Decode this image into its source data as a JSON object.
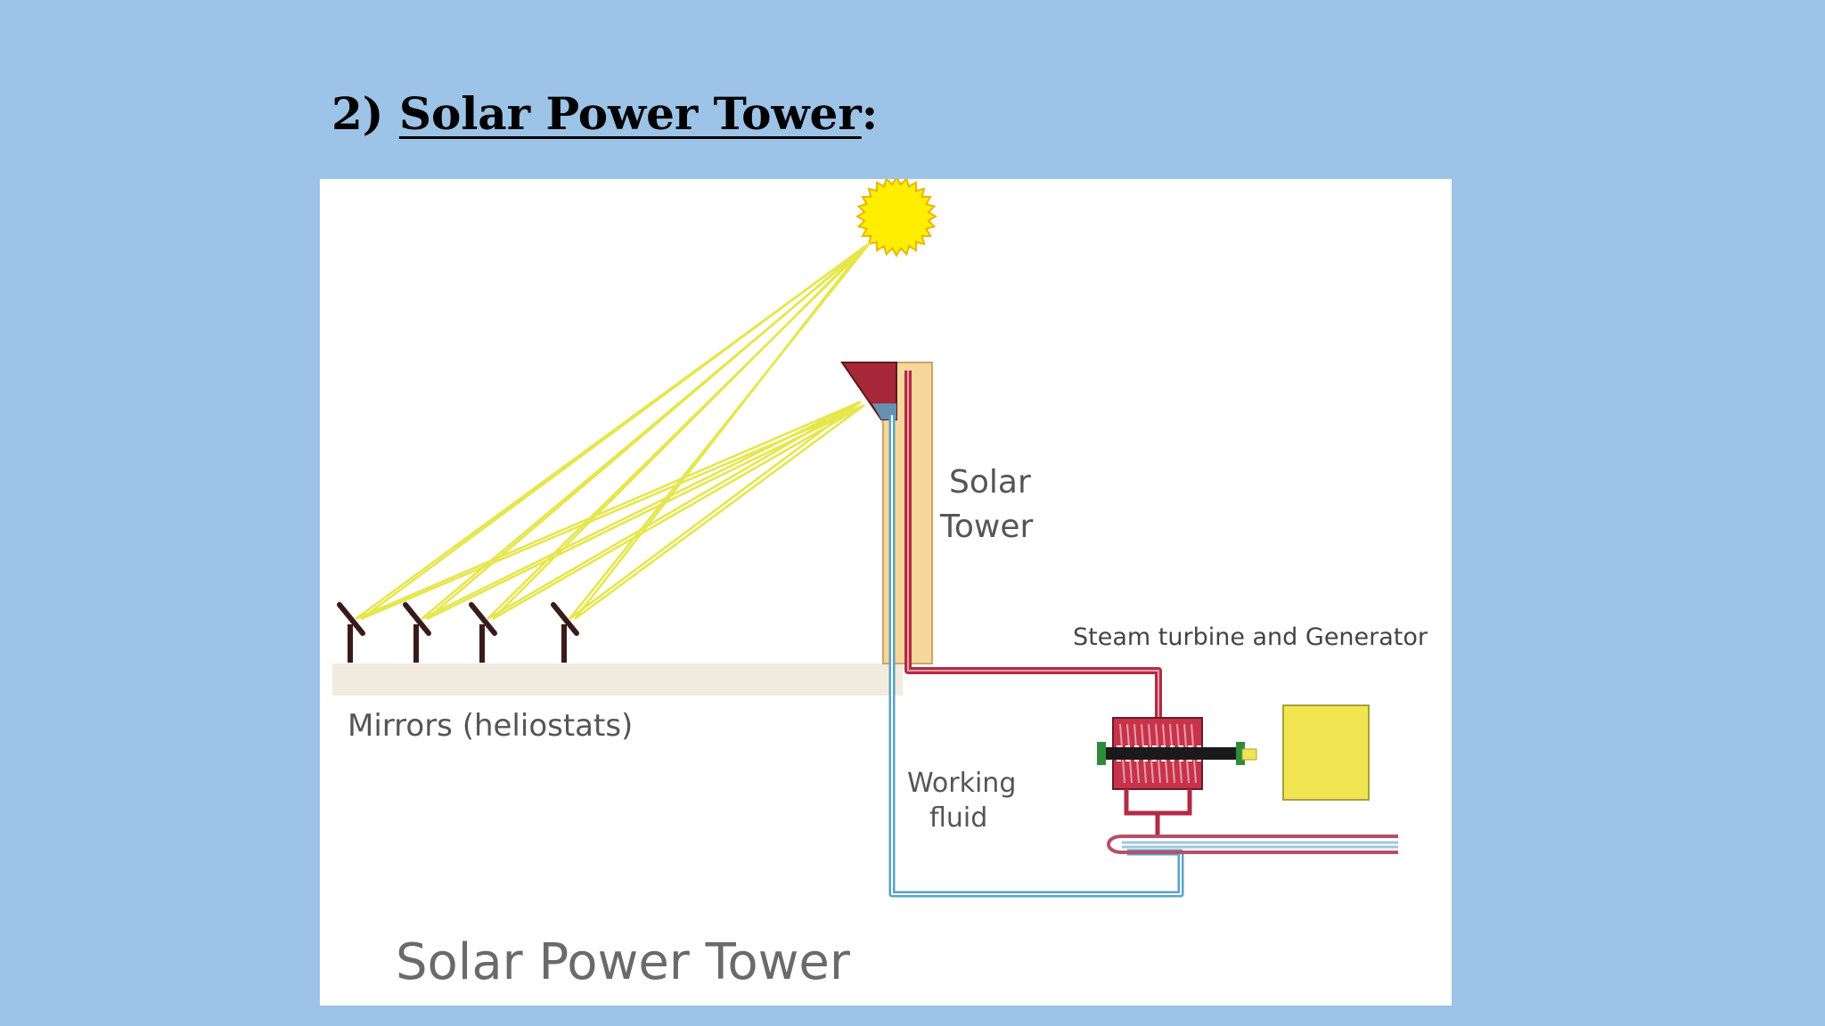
{
  "slide": {
    "title_number": "2) ",
    "title_text": "Solar Power Tower",
    "title_colon": ":"
  },
  "diagram": {
    "labels": {
      "tower": [
        "Solar",
        "Tower"
      ],
      "turbine": "Steam turbine and Generator",
      "mirrors": "Mirrors (heliostats)",
      "fluid": [
        "Working",
        "fluid"
      ],
      "caption": "Solar Power Tower"
    },
    "colors": {
      "background": "#9dc3e6",
      "sun": "#ffee00",
      "light_rays": "#e6e64d",
      "tower": "#f7d79a",
      "hot_pipe": "#b22a43",
      "cold_pipe": "#5aa3c8",
      "generator": "#f0e550",
      "ground": "#f1ebe0",
      "heliostat": "#3a1b1b"
    },
    "icons": [
      "sun-icon",
      "heliostat-icon",
      "turbine-icon",
      "generator-icon"
    ]
  }
}
